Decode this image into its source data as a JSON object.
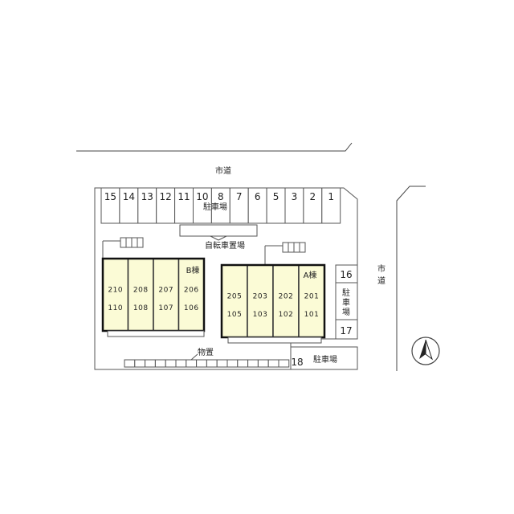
{
  "map": {
    "road_top_label": "市道",
    "road_right_label": "市道",
    "parking_top_label": "駐車場",
    "bicycle_label": "自転車置場",
    "storage_label": "物置",
    "parking_right_label": "駐車場",
    "parking_bottom_label": "駐車場",
    "building_b_label": "B棟",
    "building_a_label": "A棟",
    "parking_spaces_top": [
      "15",
      "14",
      "13",
      "12",
      "11",
      "10",
      "8",
      "7",
      "6",
      "5",
      "3",
      "2",
      "1"
    ],
    "parking_right_top": "16",
    "parking_right_bottom": "17",
    "parking_bottom_number": "18",
    "building_b_units": [
      {
        "upper": "210",
        "lower": "110"
      },
      {
        "upper": "208",
        "lower": "108"
      },
      {
        "upper": "207",
        "lower": "107"
      },
      {
        "upper": "206",
        "lower": "106"
      }
    ],
    "building_a_units": [
      {
        "upper": "205",
        "lower": "105"
      },
      {
        "upper": "203",
        "lower": "103"
      },
      {
        "upper": "202",
        "lower": "102"
      },
      {
        "upper": "201",
        "lower": "101"
      }
    ],
    "unit_fill": "#fbfbd6",
    "north_icon": "north-arrow-icon"
  }
}
